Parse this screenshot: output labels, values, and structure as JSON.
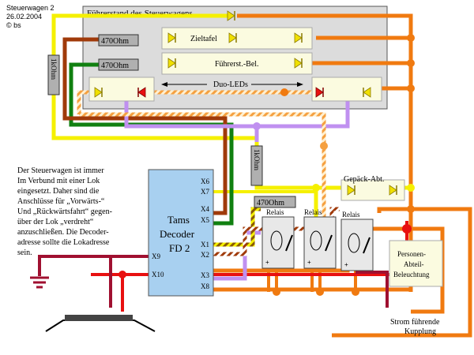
{
  "header": {
    "title": "Steuerwagen 2",
    "date": "26.02.2004",
    "copyright": "© bs"
  },
  "cab_panel": {
    "title": "Führerstand des Steuerwagens"
  },
  "lamps": {
    "destination_sign": "Zieltafel",
    "cab_light": "Führerst.-Bel.",
    "duo_leds": "Duo-LEDs",
    "luggage": "Gepäck-Abt."
  },
  "resistors": {
    "r_top": "470Ohm",
    "r_mid": "470Ohm",
    "r_left": "1kOhm",
    "r_center": "1kOhm",
    "r_relay": "470Ohm"
  },
  "decoder": {
    "line1": "Tams",
    "line2": "Decoder",
    "line3": "FD 2",
    "pins": {
      "x6": "X6",
      "x7": "X7",
      "x4": "X4",
      "x5": "X5",
      "x1": "X1",
      "x2": "X2",
      "x3": "X3",
      "x8": "X8",
      "x9": "X9",
      "x10": "X10"
    }
  },
  "relays": {
    "label": "Relais"
  },
  "passenger_light": {
    "line1": "Personen-",
    "line2": "Abteil-",
    "line3": "Beleuchtung"
  },
  "coupling": {
    "line1": "Strom führende",
    "line2": "Kupplung"
  },
  "note": {
    "lines": [
      "Der Steuerwagen ist immer",
      "Im Verbund mit einer Lok",
      "eingesetzt. Daher sind die",
      "Anschlüsse für „Vorwärts-“",
      "Und „Rückwärtsfahrt“ gegen-",
      "über der Lok „verdreht“",
      "anzuschließen. Die Decoder-",
      "adresse sollte die Lokadresse",
      "sein."
    ]
  },
  "colors": {
    "yellow_wire": "#f5f000",
    "orange_wire": "#f07a10",
    "red_wire": "#e81010",
    "violet_wire": "#c090f0",
    "green_wire": "#108010",
    "brown_wire": "#a03a0a",
    "maroon_wire": "#a01030",
    "panel": "#dcdcdc",
    "decoder": "#a8d0f0",
    "lamp_box": "#fbfbe0"
  }
}
